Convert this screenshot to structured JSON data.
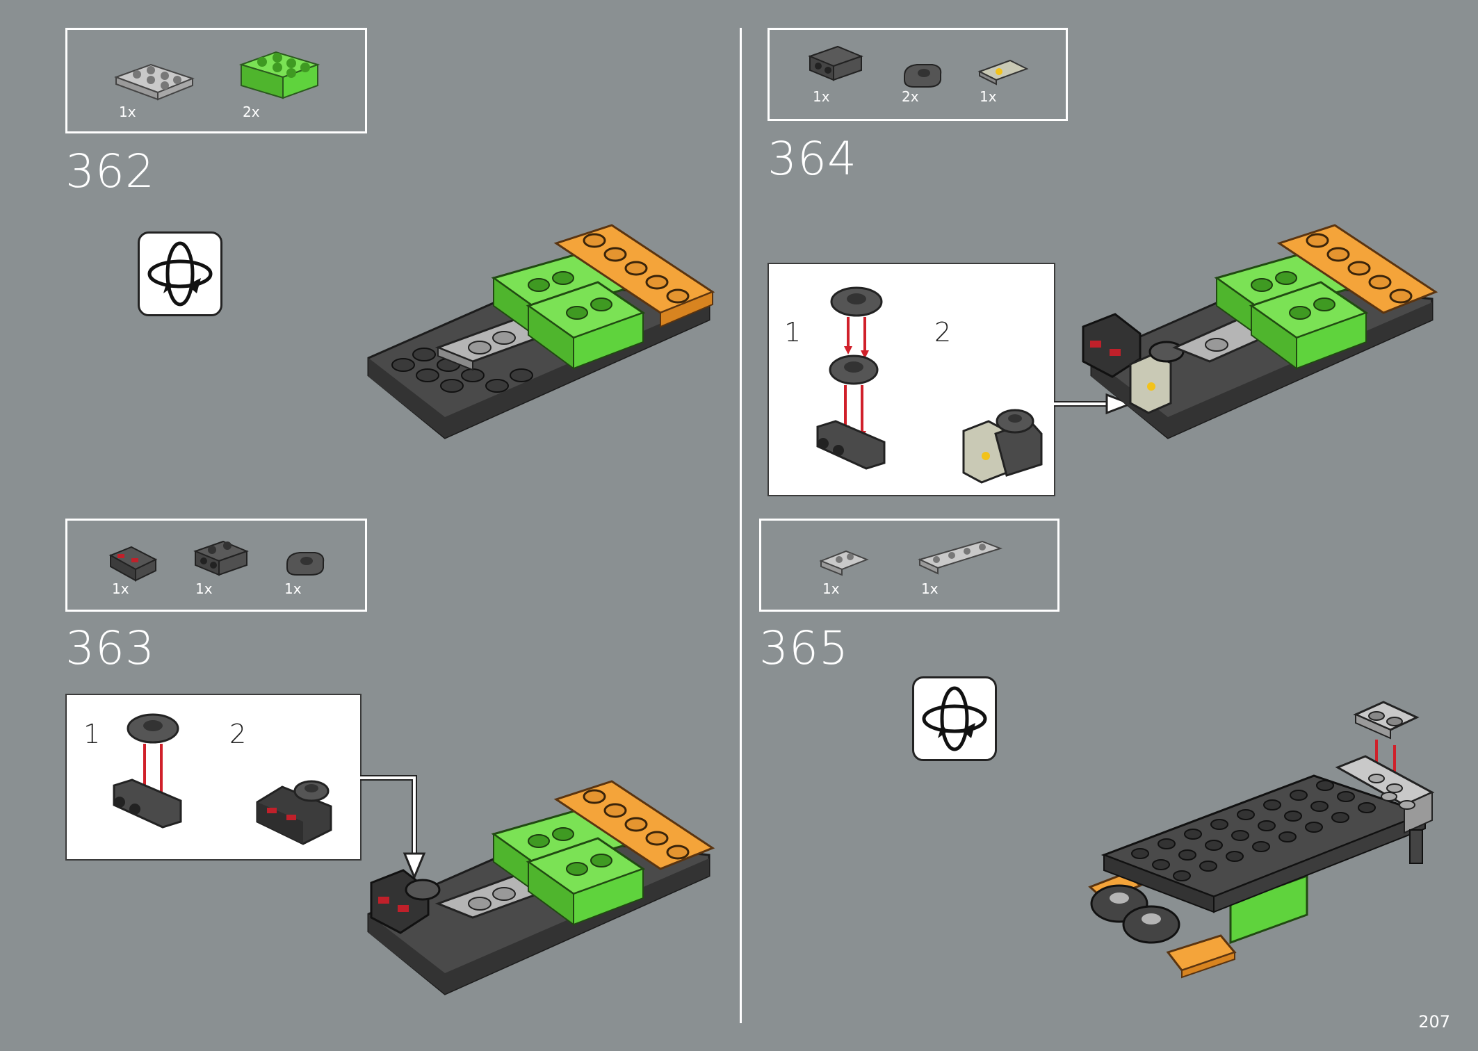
{
  "page_number": "207",
  "steps": [
    {
      "number": "362",
      "parts": [
        {
          "qty": "1x",
          "part": "light-grey-plate-2x3"
        },
        {
          "qty": "2x",
          "part": "green-brick-2x3"
        }
      ]
    },
    {
      "number": "363",
      "parts": [
        {
          "qty": "1x",
          "part": "dark-grey-slope-printed"
        },
        {
          "qty": "1x",
          "part": "dark-grey-bracket"
        },
        {
          "qty": "1x",
          "part": "dark-grey-tile-rounded"
        }
      ],
      "substeps": [
        "1",
        "2"
      ]
    },
    {
      "number": "364",
      "parts": [
        {
          "qty": "1x",
          "part": "dark-grey-bracket"
        },
        {
          "qty": "2x",
          "part": "dark-grey-tile-rounded"
        },
        {
          "qty": "1x",
          "part": "printed-tile"
        }
      ],
      "substeps": [
        "1",
        "2"
      ]
    },
    {
      "number": "365",
      "parts": [
        {
          "qty": "1x",
          "part": "light-grey-plate-1x2"
        },
        {
          "qty": "1x",
          "part": "light-grey-plate-1x4"
        }
      ]
    }
  ],
  "colors": {
    "background": "#8a9092",
    "green": "#5fd33d",
    "orange": "#f4a43a",
    "dark_grey": "#555555",
    "light_grey": "#b9b9b9",
    "arrow_red": "#d0202a"
  }
}
